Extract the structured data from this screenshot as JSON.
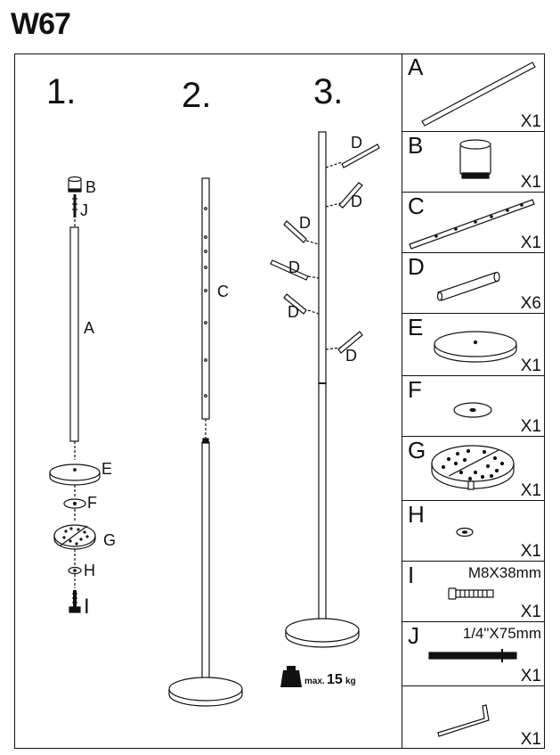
{
  "document": {
    "title": "W67"
  },
  "steps": [
    {
      "number": "1.",
      "callouts": [
        "B",
        "J",
        "A",
        "E",
        "F",
        "G",
        "H",
        "I"
      ]
    },
    {
      "number": "2.",
      "callouts": [
        "C"
      ]
    },
    {
      "number": "3.",
      "callouts": [
        "D",
        "D",
        "D",
        "D",
        "D",
        "D"
      ]
    }
  ],
  "weight_limit": {
    "prefix": "max.",
    "value": "15",
    "unit": "kg"
  },
  "parts": [
    {
      "letter": "A",
      "quantity": "X1",
      "spec": "",
      "icon": "long-tube-icon"
    },
    {
      "letter": "B",
      "quantity": "X1",
      "spec": "",
      "icon": "top-cap-icon"
    },
    {
      "letter": "C",
      "quantity": "X1",
      "spec": "",
      "icon": "drilled-tube-icon"
    },
    {
      "letter": "D",
      "quantity": "X6",
      "spec": "",
      "icon": "hook-peg-icon"
    },
    {
      "letter": "E",
      "quantity": "X1",
      "spec": "",
      "icon": "base-plate-icon"
    },
    {
      "letter": "F",
      "quantity": "X1",
      "spec": "",
      "icon": "washer-icon"
    },
    {
      "letter": "G",
      "quantity": "X1",
      "spec": "",
      "icon": "felt-pad-icon"
    },
    {
      "letter": "H",
      "quantity": "X1",
      "spec": "",
      "icon": "small-washer-icon"
    },
    {
      "letter": "I",
      "quantity": "X1",
      "spec": "M8X38mm",
      "icon": "bolt-icon"
    },
    {
      "letter": "J",
      "quantity": "X1",
      "spec": "1/4\"X75mm",
      "icon": "threaded-rod-icon"
    },
    {
      "letter": "",
      "quantity": "X1",
      "spec": "",
      "icon": "allen-key-icon"
    }
  ]
}
